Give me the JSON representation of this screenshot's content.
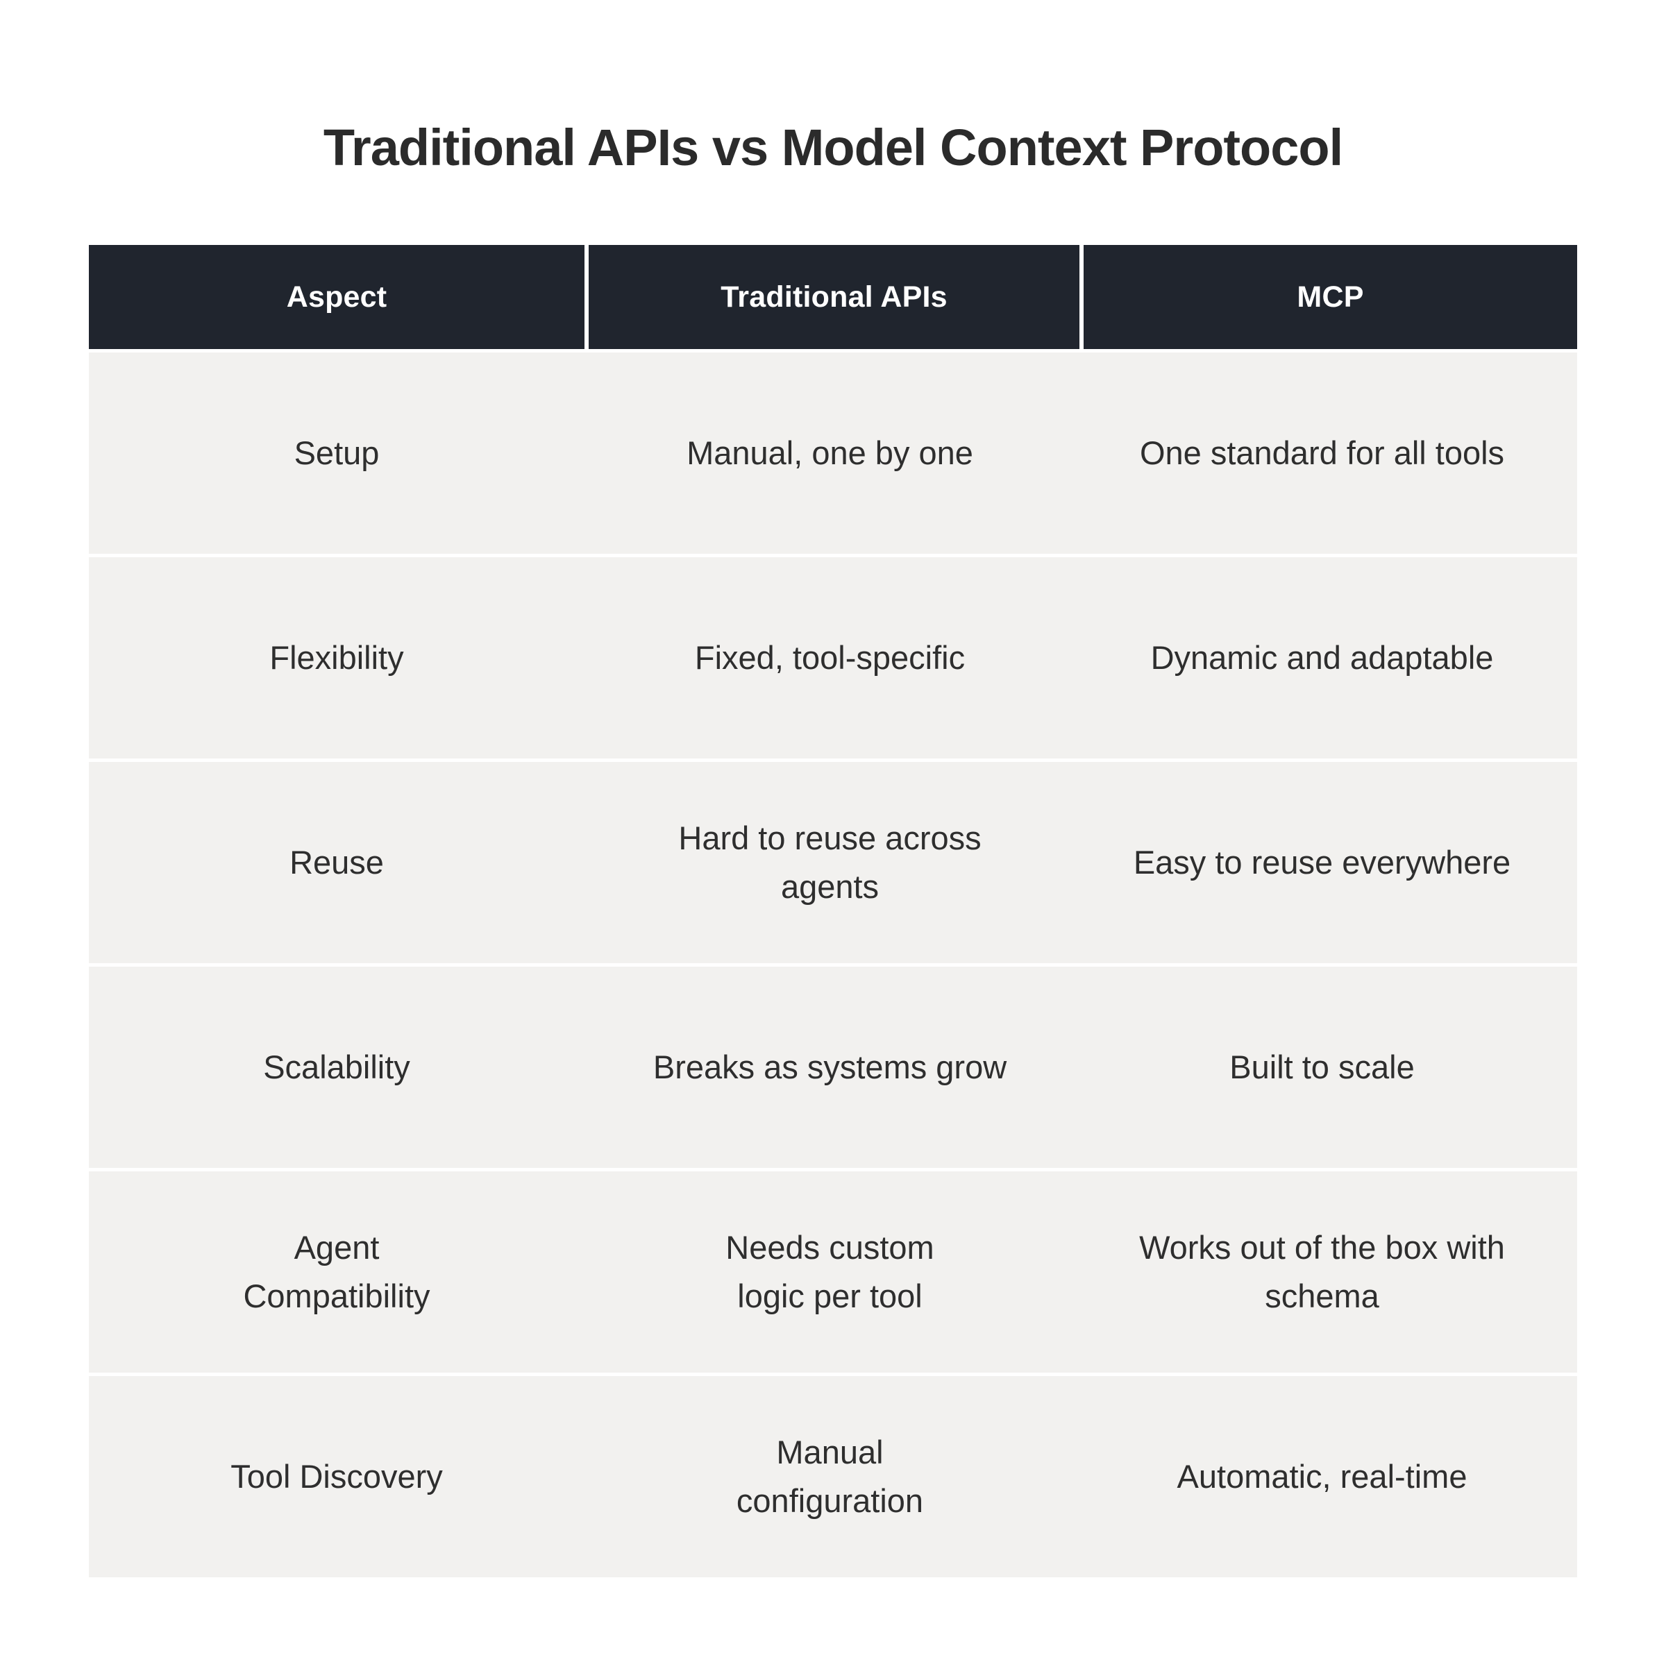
{
  "title": "Traditional APIs vs Model Context Protocol",
  "colors": {
    "page_background": "#ffffff",
    "header_background": "#20252e",
    "header_text": "#ffffff",
    "row_background": "#f2f1ef",
    "body_text": "#2e2e2e",
    "title_text": "#2b2b2b"
  },
  "table": {
    "columns": [
      {
        "label": "Aspect"
      },
      {
        "label": "Traditional APIs"
      },
      {
        "label": "MCP"
      }
    ],
    "rows": [
      {
        "aspect": "Setup",
        "traditional": "Manual, one by one",
        "mcp": "One standard for all tools"
      },
      {
        "aspect": "Flexibility",
        "traditional": "Fixed, tool-specific",
        "mcp": "Dynamic and adaptable"
      },
      {
        "aspect": "Reuse",
        "traditional": "Hard to reuse across\nagents",
        "mcp": "Easy to reuse everywhere"
      },
      {
        "aspect": "Scalability",
        "traditional": "Breaks as systems grow",
        "mcp": "Built to scale"
      },
      {
        "aspect": "Agent\nCompatibility",
        "traditional": "Needs custom\nlogic per tool",
        "mcp": "Works out of the box with\nschema"
      },
      {
        "aspect": "Tool Discovery",
        "traditional": "Manual\nconfiguration",
        "mcp": "Automatic, real-time"
      }
    ]
  }
}
